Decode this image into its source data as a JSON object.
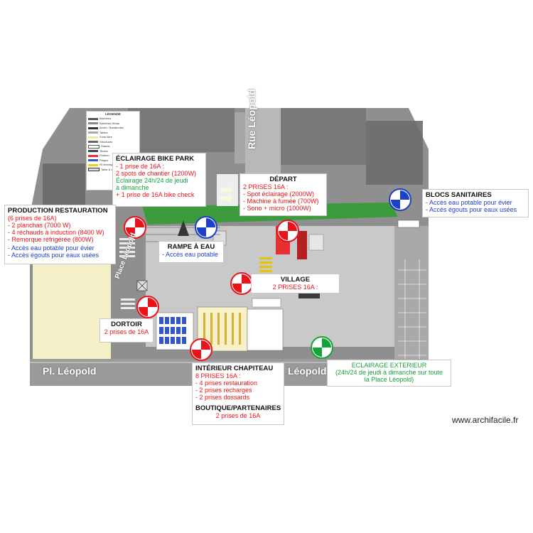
{
  "map_labels": {
    "street_top": "Rue Léopold",
    "street_left": "Pl. Léopold",
    "street_left_small": "Place Léopold",
    "street_right": "Léopold"
  },
  "legend": {
    "title": "LÉGENDE",
    "items": [
      "Barrières",
      "Barrières Héras",
      "Arche / Banderoles",
      "Tables",
      "Zone libre",
      "Structures",
      "Stands",
      "Tentes",
      "Podium",
      "Plaque",
      "Fil électrique",
      "Table & tables"
    ]
  },
  "callouts": {
    "eclairage_bike_park": {
      "title": "ÉCLAIRAGE BIKE PARK",
      "lines_red": [
        "- 1 prise de 16A :",
        "2 spots de chantier (1200W)"
      ],
      "lines_green": [
        "Éclairage 24h/24 de jeudi",
        "à dimanche"
      ],
      "extra_red": "+ 1 prise de 16A bike check"
    },
    "depart": {
      "title": "DÉPART",
      "lines_red": [
        "2 PRISES 16A :",
        "- Spot éclairage (2000W)",
        "- Machine à fumée (700W)",
        "- Sono + micro (1000W)"
      ]
    },
    "blocs_sanitaires": {
      "title": "BLOCS SANITAIRES",
      "lines_blue": [
        "- Accès eau potable pour évier",
        "- Accès égouts pour eaux usées"
      ]
    },
    "production_restauration": {
      "title": "PRODUCTION RESTAURATION",
      "lines_red": [
        "(6 prises de 16A)",
        "- 2 planchas (7000 W)",
        "- 4 réchauds à induction (8400 W)",
        "- Remorque réfrigérée (800W)"
      ],
      "lines_blue": [
        "- Accès eau potable pour évier",
        "- Accès égouts pour eaux usées"
      ]
    },
    "rampe_a_eau": {
      "title": "RAMPE À EAU",
      "lines_blue": [
        "- Accès eau potable"
      ]
    },
    "village": {
      "title": "VILLAGE",
      "lines_red": [
        "2 PRISES 16A :"
      ]
    },
    "dortoir": {
      "title": "DORTOIR",
      "lines_red": [
        "2 prises de 16A"
      ]
    },
    "interieur_chapiteau": {
      "title": "INTÉRIEUR CHAPITEAU",
      "lines_red": [
        "8 PRISES 16A :",
        "- 4 prises restauration",
        "- 2 prises recharges",
        "- 2 prises dossards"
      ],
      "title2": "BOUTIQUE/PARTENAIRES",
      "lines2_red": [
        "2 prises de 16A"
      ]
    },
    "eclairage_exterieur": {
      "lines_green": [
        "ECLAIRAGE EXTERIEUR",
        "(24h/24 de jeudi à dimanche sur toute",
        "la Place Léopold)"
      ]
    }
  },
  "credit": "www.archifacile.fr",
  "colors": {
    "electric_marker": "#e8141b",
    "water_marker": "#1e3fc8",
    "lighting_marker": "#15a33a",
    "grass": "#3d9b3d",
    "pavement": "#c9c9c9"
  }
}
